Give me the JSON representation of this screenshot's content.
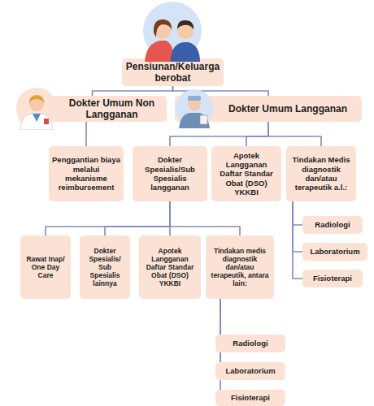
{
  "diagram": {
    "nodes": [
      {
        "text": [
          "Pensiunan/Keluarga berobat"
        ]
      },
      {
        "text": [
          "Dokter Umum Non Langganan"
        ]
      },
      {
        "text": [
          "Dokter Umum Langganan"
        ]
      },
      {
        "text": [
          "Penggantian biaya melalui mekanisme reimbursement"
        ]
      },
      {
        "text": [
          "Dokter Spesialis/Sub Spesialis langganan"
        ]
      },
      {
        "text": [
          "Apotek Langganan Daftar Standar Obat (DSO) YKKBI"
        ]
      },
      {
        "text": [
          "Tindakan Medis diagnostik dan/atau terapeutik a.l.:"
        ]
      },
      {
        "text": [
          "Rawat Inap/ One Day Care"
        ]
      },
      {
        "text": [
          "Dokter Spesialis/ Sub Spesialis lainnya"
        ]
      },
      {
        "text": [
          "Apotek Langganan Daftar Standar Obat (DSO) YKKBI"
        ]
      },
      {
        "text": [
          "Tindakan medis diagnostik dan/atau terapeutik, antara lain:"
        ]
      },
      {
        "text": [
          "Radiologi"
        ]
      },
      {
        "text": [
          "Laboratorium"
        ]
      },
      {
        "text": [
          "Fisioterapi"
        ]
      },
      {
        "text": [
          "Radiologi"
        ]
      },
      {
        "text": [
          "Laboratorium"
        ]
      },
      {
        "text": [
          "Fisioterapi"
        ]
      }
    ],
    "edges": [
      {
        "from": 0,
        "to": 1,
        "arrow": "none"
      },
      {
        "from": 0,
        "to": 2,
        "arrow": "none"
      },
      {
        "from": 1,
        "to": 3,
        "arrow": "none"
      },
      {
        "from": 2,
        "to": 4,
        "arrow": "none"
      },
      {
        "from": 2,
        "to": 5,
        "arrow": "none"
      },
      {
        "from": 2,
        "to": 6,
        "arrow": "none"
      },
      {
        "from": 6,
        "to": 11,
        "arrow": "none"
      },
      {
        "from": 6,
        "to": 12,
        "arrow": "none"
      },
      {
        "from": 6,
        "to": 13,
        "arrow": "none"
      },
      {
        "from": 4,
        "to": 7,
        "arrow": "none"
      },
      {
        "from": 4,
        "to": 8,
        "arrow": "none"
      },
      {
        "from": 4,
        "to": 9,
        "arrow": "none"
      },
      {
        "from": 4,
        "to": 10,
        "arrow": "none"
      },
      {
        "from": 10,
        "to": 14,
        "arrow": "none"
      },
      {
        "from": 10,
        "to": 15,
        "arrow": "none"
      },
      {
        "from": 10,
        "to": 16,
        "arrow": "none"
      }
    ]
  }
}
